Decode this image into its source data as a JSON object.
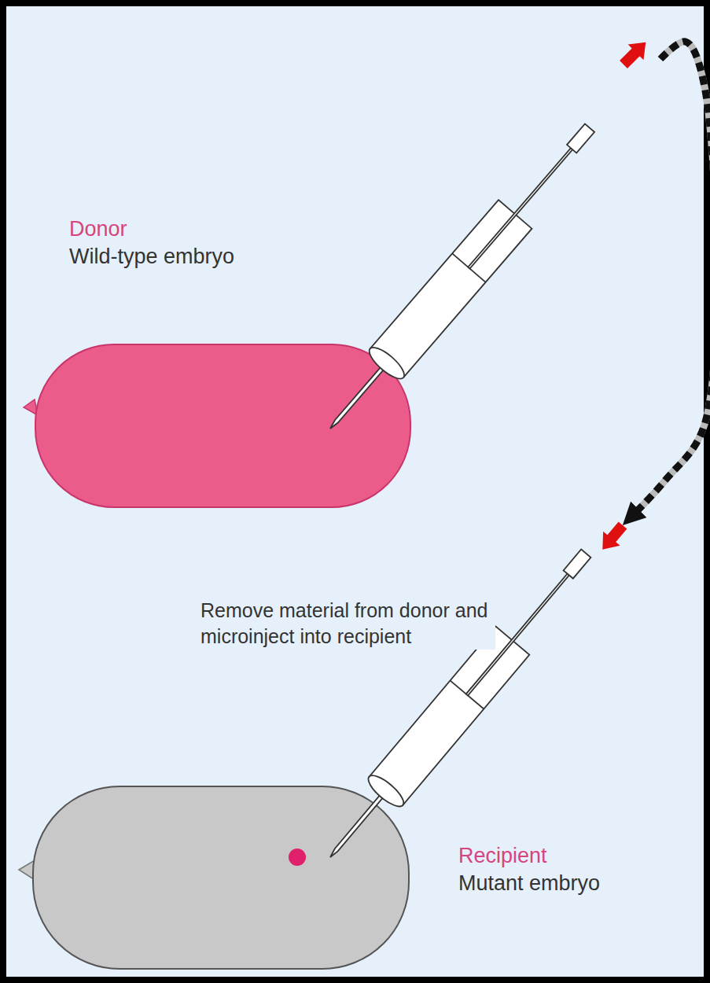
{
  "diagram": {
    "nodes": [
      {
        "text": [
          "Donor",
          "Wild-type embryo"
        ]
      },
      {
        "text": [
          "Recipient",
          "Mutant embryo"
        ]
      }
    ],
    "edges": [
      {
        "from": 0,
        "to": 1,
        "arrow": "to"
      }
    ],
    "labels": [
      "Remove material from donor and microinject into recipient"
    ]
  }
}
